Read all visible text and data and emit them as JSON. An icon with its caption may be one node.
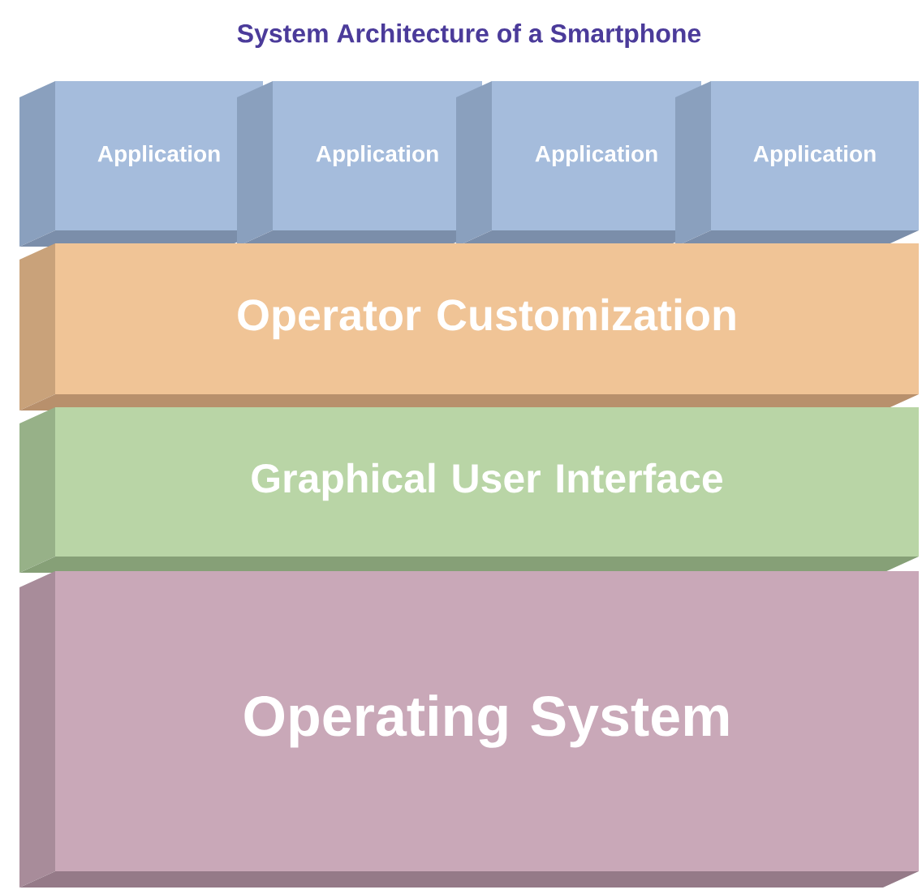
{
  "diagram": {
    "title": "System Architecture of a Smartphone",
    "nodes": [
      {
        "text": [
          "Application"
        ]
      },
      {
        "text": [
          "Application"
        ]
      },
      {
        "text": [
          "Application"
        ]
      },
      {
        "text": [
          "Application"
        ]
      },
      {
        "text": [
          "Operator Customization"
        ]
      },
      {
        "text": [
          "Graphical User Interface"
        ]
      },
      {
        "text": [
          "Operating System"
        ]
      }
    ]
  }
}
